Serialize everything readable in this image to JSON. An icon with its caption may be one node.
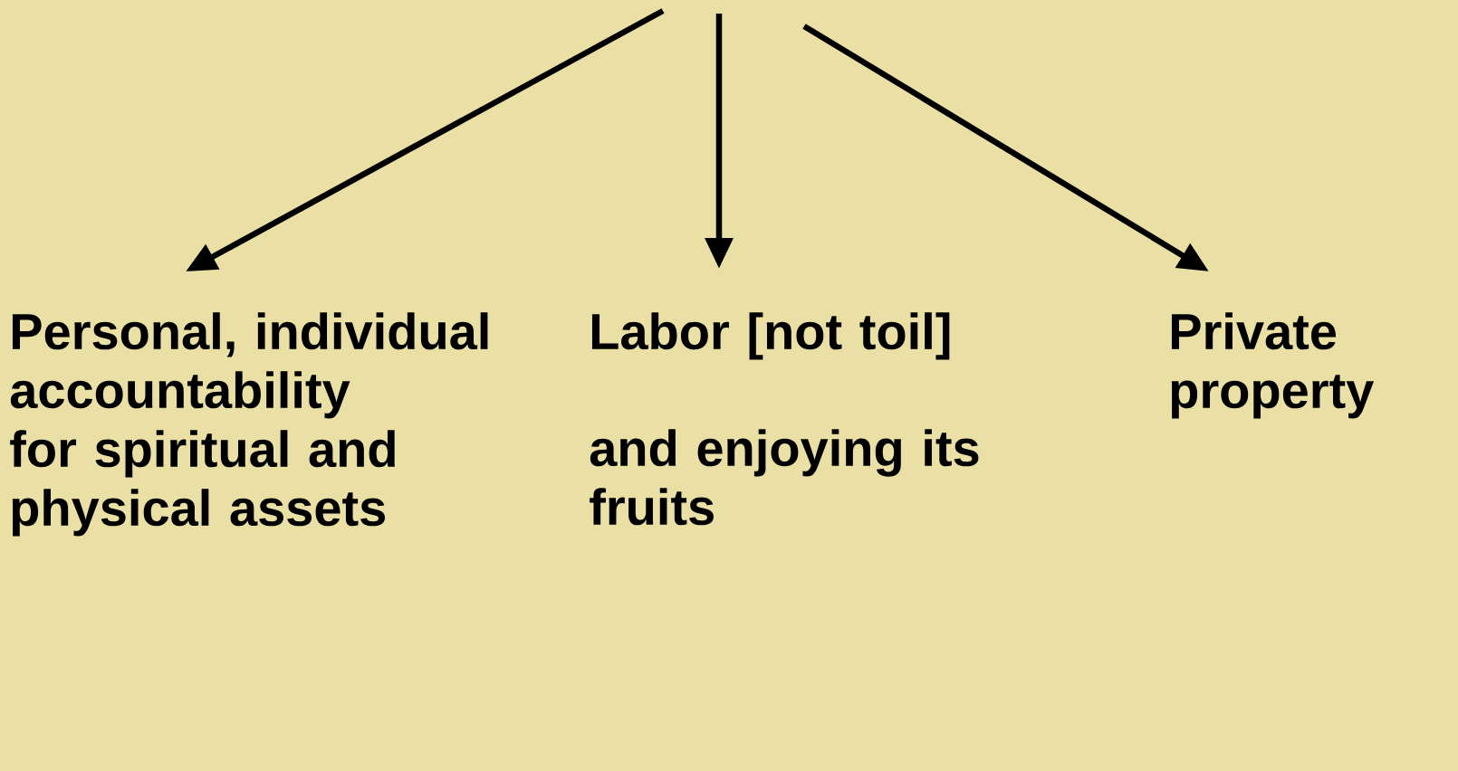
{
  "diagram": {
    "nodes": [
      {
        "text": [
          "Personal, individual accountability for spiritual and physical assets"
        ]
      },
      {
        "text": [
          "Labor [not toil]",
          "and enjoying its fruits"
        ]
      },
      {
        "text": [
          "Private property"
        ]
      }
    ],
    "edges": [
      {
        "from": null,
        "to": 0,
        "arrow": "to"
      },
      {
        "from": null,
        "to": 1,
        "arrow": "to"
      },
      {
        "from": null,
        "to": 2,
        "arrow": "to"
      }
    ]
  }
}
